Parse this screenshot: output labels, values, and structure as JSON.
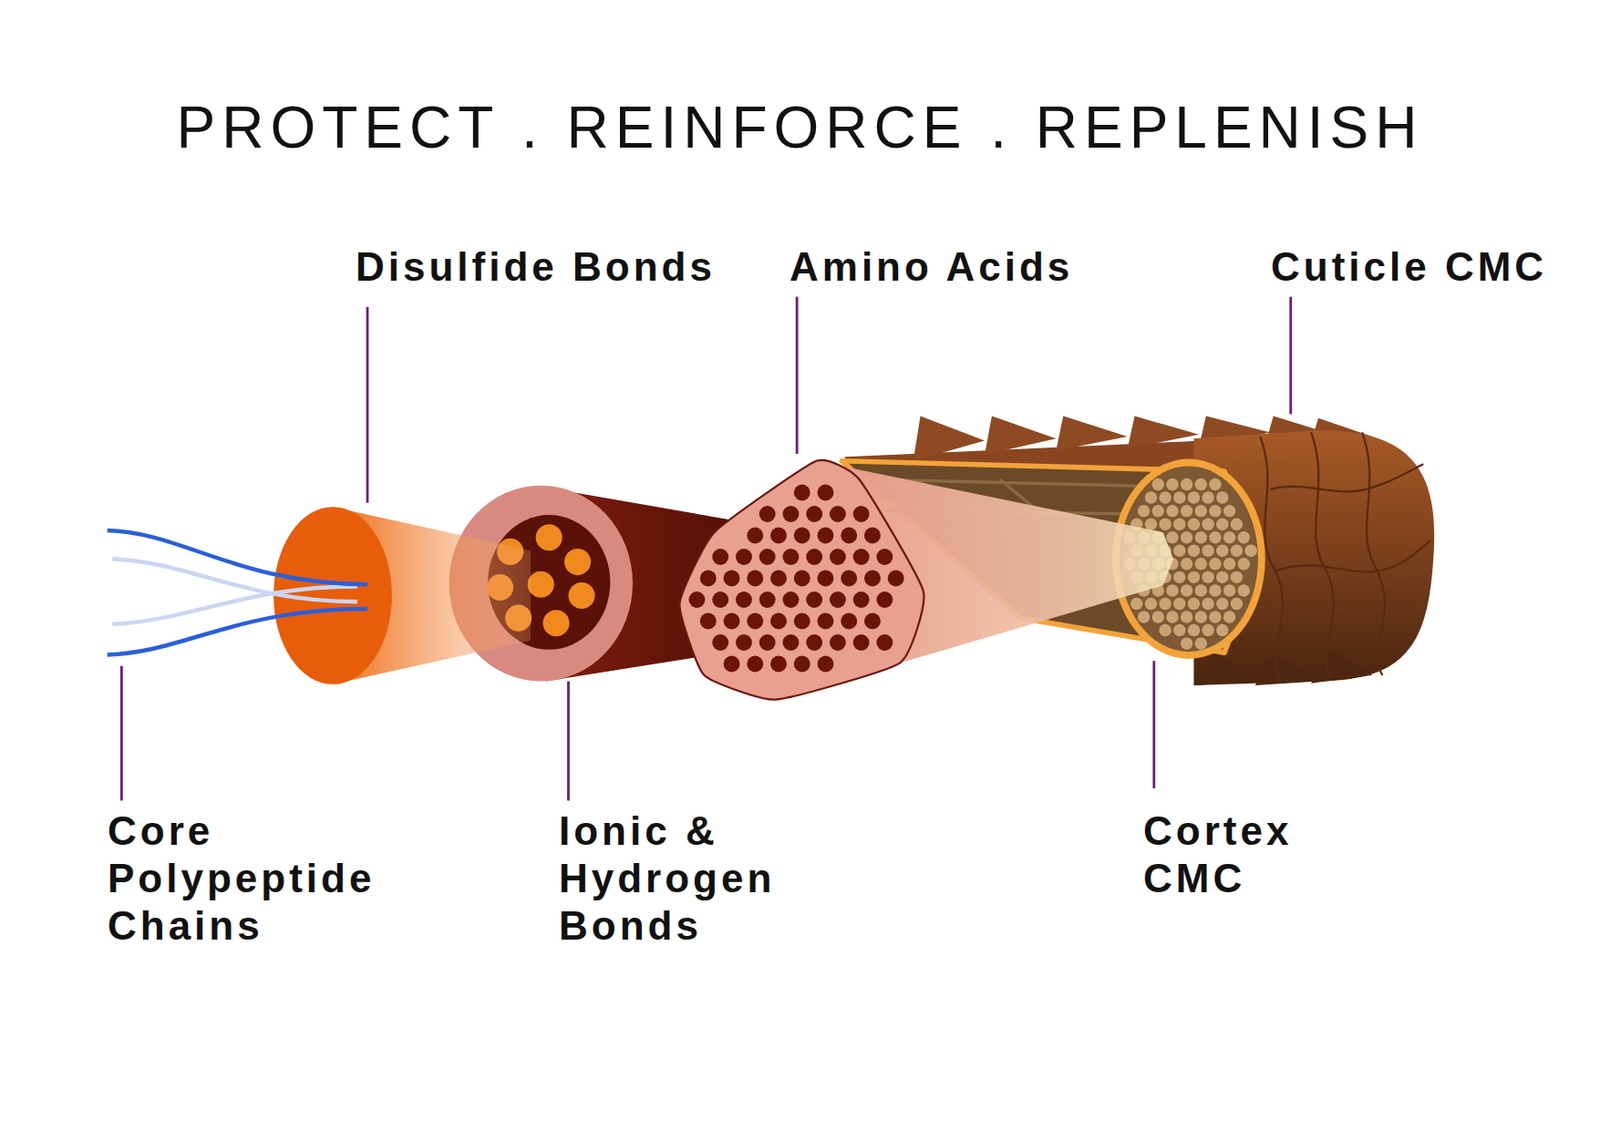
{
  "diagram": {
    "title": "PROTECT . REINFORCE . REPLENISH",
    "labels": [
      "Disulfide Bonds",
      "Amino Acids",
      "Cuticle CMC",
      "Core Polypeptide Chains",
      "Ionic & Hydrogen Bonds",
      "Cortex CMC"
    ]
  }
}
